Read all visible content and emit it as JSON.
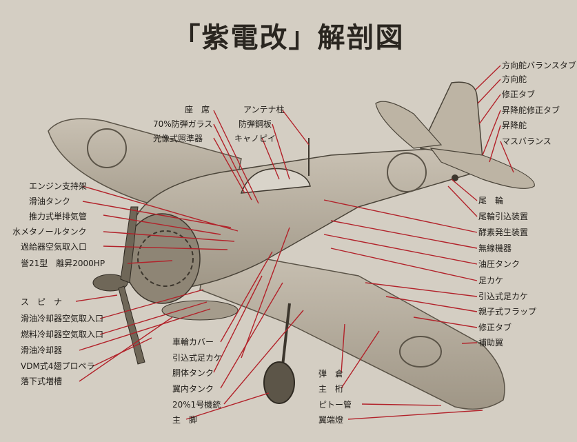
{
  "title": "「紫電改」解剖図",
  "colors": {
    "leader": "#b2222a",
    "paper": "#d4cec3",
    "ink": "#1e1b17"
  },
  "labels": {
    "rudder_balance_tab": "方向舵バランスタブ",
    "rudder": "方向舵",
    "trim_tab": "修正タブ",
    "elevator_trim_tab": "昇降舵修正タブ",
    "elevator": "昇降舵",
    "mass_balance": "マスバランス",
    "seat": "座　席",
    "antenna_mast": "アンテナ柱",
    "bulletproof_glass": "70%防弾ガラス",
    "armor_plate": "防弾鋼板",
    "gunsight": "光像式照準器",
    "canopy": "キャノピイ",
    "engine_mount": "エンジン支持架",
    "oil_tank": "滑油タンク",
    "exhaust": "推力式単排気管",
    "methanol_tank": "水メタノールタンク",
    "supercharger_intake": "過給器空気取入口",
    "engine": "誉21型　離昇2000HP",
    "spinner": "ス　ピ　ナ",
    "oil_cooler_intake": "滑油冷却器空気取入口",
    "fuel_cooler_intake": "燃料冷却器空気取入口",
    "oil_cooler": "滑油冷却器",
    "propeller": "VDM式4翅プロペラ",
    "drop_tank": "落下式増槽",
    "tail_wheel": "尾　輪",
    "tail_wheel_retraction": "尾輪引込装置",
    "oxygen_generator": "酵素発生装置",
    "radio": "無線機器",
    "hydraulic_tank": "油圧タンク",
    "foot_step": "足カケ",
    "retractable_step": "引込式足カケ",
    "flap": "親子式フラップ",
    "aileron_trim_tab": "修正タブ",
    "auxiliary_wing": "補助翼",
    "wheel_cover": "車輪カバー",
    "retractable_step_2": "引込式足カケ",
    "fuselage_tank": "胴体タンク",
    "wing_tank": "翼内タンク",
    "cannon": "20%1号機銃",
    "main_gear": "主　脚",
    "ammo_bay": "弾　倉",
    "main_spar": "主　桁",
    "pitot_tube": "ピトー管",
    "wingtip_light": "翼端燈"
  }
}
